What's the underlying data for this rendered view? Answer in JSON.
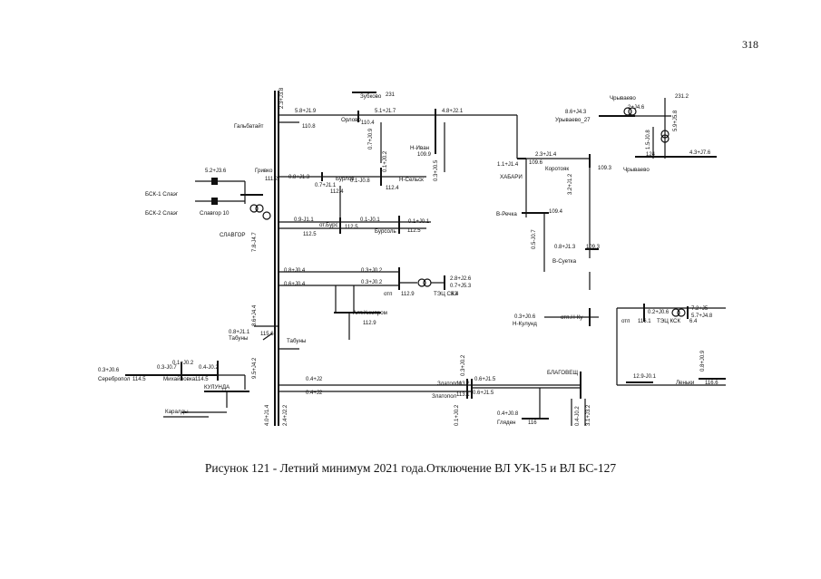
{
  "page": {
    "number": "318"
  },
  "caption": "Рисунок 121 - Летний минимум 2021 года.Отключение ВЛ УК-15 и ВЛ БС-127",
  "nodes": [
    {
      "id": "galbatait",
      "name": "Гальбатайт",
      "voltage": "110.8"
    },
    {
      "id": "zubkovo",
      "name": "Зубково",
      "voltage": "231"
    },
    {
      "id": "orlovo",
      "name": "Орлово",
      "voltage": "110.4"
    },
    {
      "id": "n-ivan",
      "name": "Н-Иван",
      "voltage": "109.9"
    },
    {
      "id": "chryvaevo-top",
      "name": "Чрываево",
      "voltage": "231.2"
    },
    {
      "id": "uryvaevo27",
      "name": "Урываево_27",
      "voltage": ""
    },
    {
      "id": "chryvaevo",
      "name": "Чрываево",
      "voltage": "124"
    },
    {
      "id": "khabary",
      "name": "ХАБАРИ",
      "voltage": "109.6"
    },
    {
      "id": "korotok",
      "name": "Коротояк",
      "voltage": "109.3"
    },
    {
      "id": "grivko",
      "name": "Гривко",
      "voltage": "111.2"
    },
    {
      "id": "burlov",
      "name": "Бурлов",
      "voltage": "112.4"
    },
    {
      "id": "n-selsk",
      "name": "Н-Сельск",
      "voltage": "112.4"
    },
    {
      "id": "bsk1",
      "name": "БСК-1 Слаэг",
      "voltage": ""
    },
    {
      "id": "bsk2",
      "name": "БСК-2 Слаэг",
      "voltage": ""
    },
    {
      "id": "slavgor10",
      "name": "Славгор 10",
      "voltage": ""
    },
    {
      "id": "slavgor",
      "name": "СЛАВГОР",
      "voltage": "112.5"
    },
    {
      "id": "ot-burs",
      "name": "от.Бурс",
      "voltage": "112.5"
    },
    {
      "id": "bursol",
      "name": "Бурсоль",
      "voltage": "112.5"
    },
    {
      "id": "v-rechka",
      "name": "В-Речка",
      "voltage": "109.4"
    },
    {
      "id": "v-suetka",
      "name": "В-Суетка",
      "voltage": "109.3"
    },
    {
      "id": "otp-tets",
      "name": "отп",
      "voltage": "112.9"
    },
    {
      "id": "tets-skhz",
      "name": "ТЭЦ СХЗ",
      "voltage": "6.4"
    },
    {
      "id": "alt-khimprom",
      "name": "Алт.Химпром",
      "voltage": "112.9"
    },
    {
      "id": "tabuny",
      "name": "Табуны",
      "voltage": "115.6"
    },
    {
      "id": "tabuny2",
      "name": "Табуны",
      "voltage": ""
    },
    {
      "id": "serebropol",
      "name": "Серебропол",
      "voltage": "114.5"
    },
    {
      "id": "mikhailovka",
      "name": "Михайловка",
      "voltage": "114.5"
    },
    {
      "id": "kulunda",
      "name": "КУЛУНДА",
      "voltage": ""
    },
    {
      "id": "karaldy",
      "name": "Каралды",
      "voltage": ""
    },
    {
      "id": "zlatopol1",
      "name": "Златопол",
      "voltage": "113.2"
    },
    {
      "id": "zlatopol2",
      "name": "Златопол",
      "voltage": "113.1"
    },
    {
      "id": "blagoveshch",
      "name": "БЛАГОВЕЩ",
      "voltage": ""
    },
    {
      "id": "glyaden",
      "name": "Гляден",
      "voltage": "116"
    },
    {
      "id": "n-kuludi",
      "name": "Н-Кулунд",
      "voltage": ""
    },
    {
      "id": "otp-nku",
      "name": "отп.Н-Ку",
      "voltage": ""
    },
    {
      "id": "otp-tets-ksk",
      "name": "отп",
      "voltage": "116.1"
    },
    {
      "id": "tets-ksk",
      "name": "ТЭЦ КСК",
      "voltage": "6.4"
    },
    {
      "id": "lenki",
      "name": "Леньки",
      "voltage": "116.6"
    }
  ],
  "flows": [
    "2.3+J3.8",
    "5.8+J1.9",
    "5.1+J1.7",
    "4.8+J2.1",
    "8.6+J4.3",
    "2+J4.6",
    "231.2",
    "1.5-J0.8",
    "5.9+J5.8",
    "4.3+J7.6",
    "1.1+J1.4",
    "2.3+J1.4",
    "3.2+J1.2",
    "5.2+J3.6",
    "0.8+J1.3",
    "0.7+J1.1",
    "0.1-J0.8",
    "0.1+J0.2",
    "0.7+J0.9",
    "0.3+J0.5",
    "0.9-J1.1",
    "0.1-J0.1",
    "0.1+J0.1",
    "0.5-J0.7",
    "0.8+J1.3",
    "0.8+J0.4",
    "0.3+J0.2",
    "2.8+J2.6",
    "0.7+J5.3",
    "0.6+J0.4",
    "0.3+J0.2",
    "7.8-J4.7",
    "8.6+J4.4",
    "0.8+J1.1",
    "9.5+J4.2",
    "0.1+J0.2",
    "0.4-J0.2",
    "0.3+J0.6",
    "0.3-J0.7",
    "4.0+J1.4",
    "2.4+J2.2",
    "0.4+J2",
    "0.4+J2",
    "0.3+J0.2",
    "0.6+J1.5",
    "0.1+J0.2",
    "0.6+J1.5",
    "0.4+J0.8",
    "0.4-J0.2",
    "3.1+J3.2",
    "0.3+J0.6",
    "0.2+J0.6",
    "7.2+J5",
    "5.7+J4.8",
    "12.9-J0.1",
    "0.8+J0.9"
  ]
}
